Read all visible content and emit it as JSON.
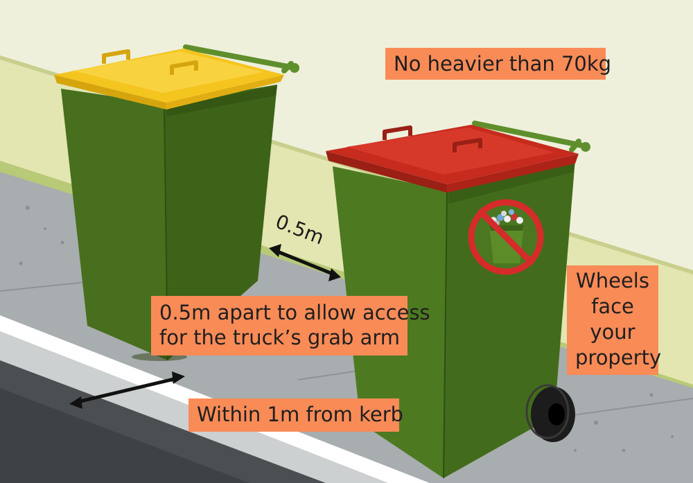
{
  "labels": {
    "weight": "No heavier than 70kg",
    "apart_line1": "0.5m apart to allow access",
    "apart_line2": "for the truck’s grab arm",
    "kerb": "Within 1m from kerb",
    "wheels_line1": "Wheels",
    "wheels_line2": "face",
    "wheels_line3": "your",
    "wheels_line4": "property"
  },
  "dimension": {
    "spacing": "0.5m"
  },
  "colors": {
    "label_bg": "#f98b57",
    "bin_body": "#4d7a21",
    "yellow_lid": "#f2c01e",
    "red_lid": "#c0281c",
    "prohibition": "#d62b2b"
  },
  "icons": {
    "no_overfill": "no-overfilled-bin-icon"
  }
}
